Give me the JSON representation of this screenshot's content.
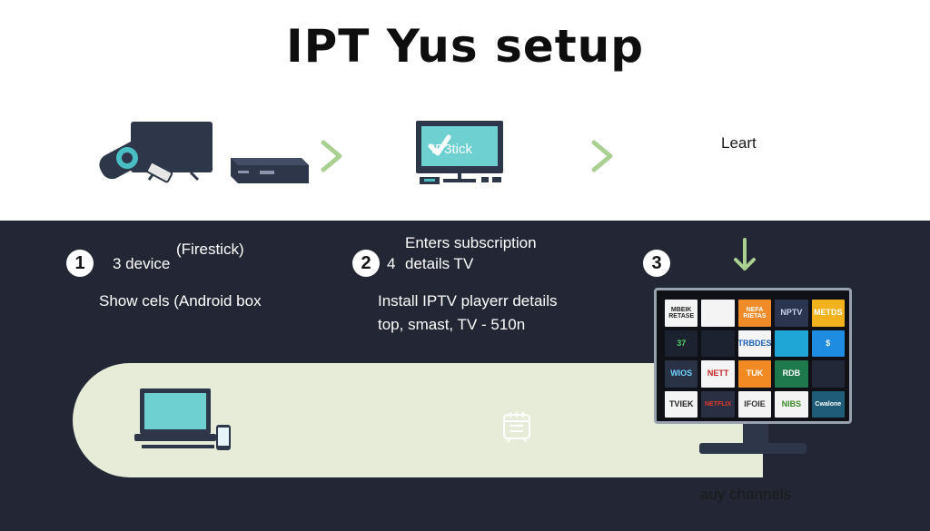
{
  "title": "IPT Yus setup",
  "top_row": {
    "tv_screen_label": "IP3tick",
    "learn_label": "Leart"
  },
  "steps": [
    {
      "number": "1",
      "line_a_prefix": "3 device",
      "line_a_raised": "(Firestick)",
      "line_b": "Show cels (Android box"
    },
    {
      "number": "2",
      "line_top": "Enters subscription",
      "line_a_prefix": "4",
      "line_a": "details TV",
      "line_b": "Install IPTV playerr details",
      "line_c": "top, smast, TV - 510n"
    },
    {
      "number": "3",
      "caption": "auy channels"
    }
  ],
  "channel_tiles": [
    {
      "label": "MBEIK RETASE",
      "bg": "#f4f4f4",
      "fg": "#222222"
    },
    {
      "label": "",
      "bg": "#f4f4f4",
      "fg": "#c0232b"
    },
    {
      "label": "NEFA RIETAS",
      "bg": "#f08b2a",
      "fg": "#ffffff"
    },
    {
      "label": "NPTV",
      "bg": "#2c3550",
      "fg": "#c9d3ea"
    },
    {
      "label": "METDS",
      "bg": "#f2b21b",
      "fg": "#ffffff"
    },
    {
      "label": "37",
      "bg": "#1d2230",
      "fg": "#4fd165"
    },
    {
      "label": "",
      "bg": "#1d2230",
      "fg": "#ffffff"
    },
    {
      "label": "TRBDES",
      "bg": "#f4f4f4",
      "fg": "#1b60b5"
    },
    {
      "label": "",
      "bg": "#1fa5d6",
      "fg": "#f4c21b"
    },
    {
      "label": "$",
      "bg": "#1e8ce0",
      "fg": "#ffffff"
    },
    {
      "label": "WIOS",
      "bg": "#2a3246",
      "fg": "#6fd6ff"
    },
    {
      "label": "NETT",
      "bg": "#f4f4f4",
      "fg": "#c22426"
    },
    {
      "label": "TUK",
      "bg": "#f28a24",
      "fg": "#ffffff"
    },
    {
      "label": "RDB",
      "bg": "#1e7a4c",
      "fg": "#ffffff"
    },
    {
      "label": "",
      "bg": "#232838",
      "fg": "#f4a81b"
    },
    {
      "label": "TVIEK",
      "bg": "#f4f4f4",
      "fg": "#222222"
    },
    {
      "label": "NETFLIX",
      "bg": "#2a3044",
      "fg": "#e23a2a"
    },
    {
      "label": "IFOIE",
      "bg": "#f4f4f4",
      "fg": "#333333"
    },
    {
      "label": "NIBS",
      "bg": "#f4f4f4",
      "fg": "#3a8a2a"
    },
    {
      "label": "Cwalone",
      "bg": "#1e5c78",
      "fg": "#ffffff"
    }
  ],
  "colors": {
    "dark_panel": "#232634",
    "band": "#e6ecd8",
    "accent_green": "#a9cf91",
    "teal": "#49bfc3",
    "navy": "#2e3649"
  }
}
